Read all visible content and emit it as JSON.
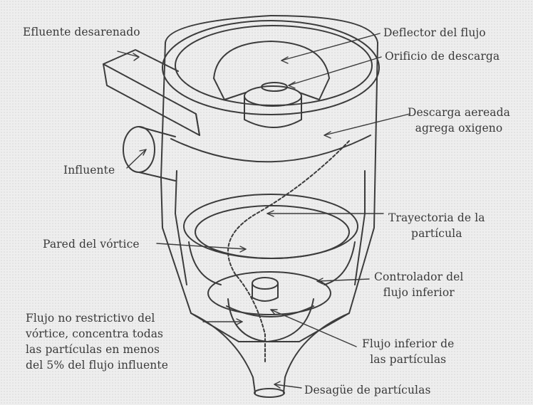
{
  "labels": {
    "efluente": "Efluente desarenado",
    "deflector": "Deflector del flujo",
    "orificio": "Orificio de descarga",
    "descarga": [
      "Descarga aereada",
      "agrega oxigeno"
    ],
    "influente": "Influente",
    "trayectoria": [
      "Trayectoria de la",
      "partícula"
    ],
    "pared": "Pared del vórtice",
    "controlador": [
      "Controlador del",
      "flujo inferior"
    ],
    "flujo_no_restrictivo": [
      "Flujo no restrictivo del",
      "vórtice, concentra todas",
      "las partículas en menos",
      "del 5% del flujo influente"
    ],
    "flujo_inferior": [
      "Flujo inferior de",
      "las partículas"
    ],
    "desague": "Desagüe de partículas"
  },
  "colors": {
    "ink": "#3a3a3a",
    "background": "#eeeeee"
  }
}
